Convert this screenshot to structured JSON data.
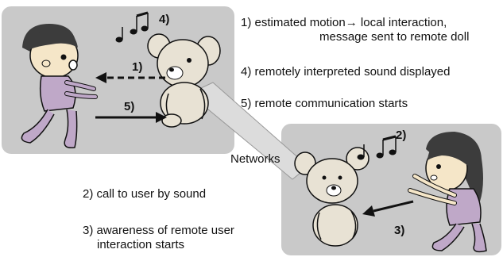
{
  "captions": {
    "c1_line1": "1) estimated motion→  local interaction,",
    "c1_line2": "message sent to remote doll",
    "c4": "4) remotely interpreted sound displayed",
    "c5": "5) remote communication starts",
    "networks": "Networks",
    "c2": "2) call to user by sound",
    "c3_line1": "3) awareness of remote user",
    "c3_line2": "interaction starts"
  },
  "local_panel": {
    "label_sound": "4)",
    "label_arrow_dashed": "1)",
    "label_arrow_solid": "5)"
  },
  "remote_panel": {
    "label_sound": "2)",
    "label_arrow": "3)"
  },
  "colors": {
    "panel": "#c9c9c9",
    "skin": "#f5e6c8",
    "body": "#bfa8c8",
    "hair": "#3c3c3c",
    "doll": "#e8e2d4",
    "ink": "#111111"
  }
}
